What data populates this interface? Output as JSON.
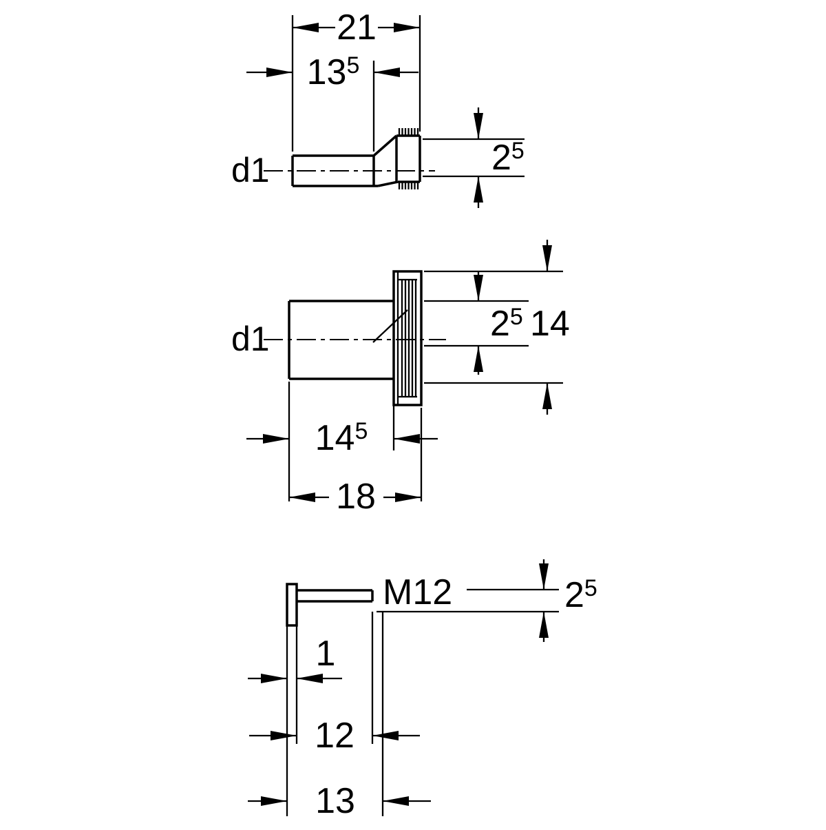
{
  "palette": {
    "background": "#ffffff",
    "line": "#000000"
  },
  "views": {
    "top": {
      "part_label": "d1",
      "dim_total_width": "21",
      "dim_inner_width": {
        "main": "13",
        "sup": "5"
      },
      "dim_outlet_offset": {
        "main": "2",
        "sup": "5"
      }
    },
    "middle": {
      "part_label": "d1",
      "dim_offset": {
        "main": "2",
        "sup": "5"
      },
      "dim_flange_height": "14",
      "dim_body_length": {
        "main": "14",
        "sup": "5"
      },
      "dim_total_length": "18"
    },
    "bottom": {
      "thread_label": "M12",
      "dim_offset": {
        "main": "2",
        "sup": "5"
      },
      "dim_head_width": "1",
      "dim_thread_length": "12",
      "dim_total_length": "13"
    }
  }
}
